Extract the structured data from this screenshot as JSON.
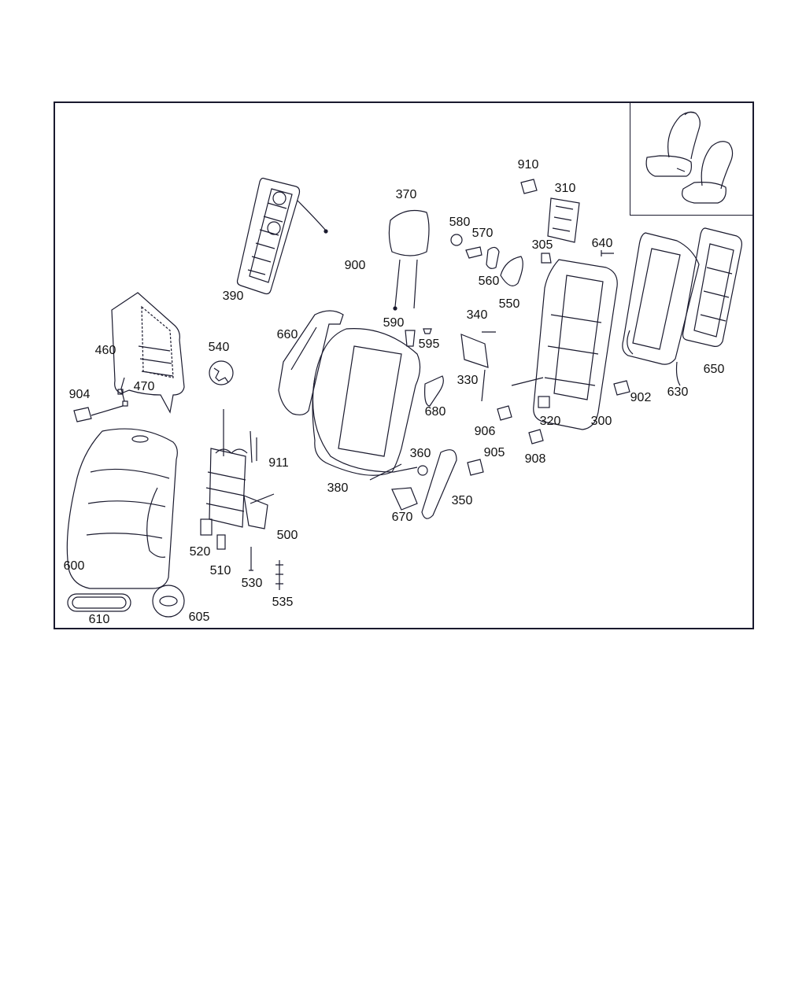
{
  "diagram": {
    "part_numbers": {
      "p910": "910",
      "p310": "310",
      "p370": "370",
      "p580": "580",
      "p570": "570",
      "p305": "305",
      "p640": "640",
      "p390": "390",
      "p900": "900",
      "p560": "560",
      "p550": "550",
      "p590": "590",
      "p595": "595",
      "p340": "340",
      "p460": "460",
      "p540": "540",
      "p660": "660",
      "p470": "470",
      "p330": "330",
      "p650": "650",
      "p904": "904",
      "p630": "630",
      "p902": "902",
      "p680": "680",
      "p906": "906",
      "p320": "320",
      "p300": "300",
      "p911": "911",
      "p360": "360",
      "p905": "905",
      "p908": "908",
      "p380": "380",
      "p350": "350",
      "p500": "500",
      "p670": "670",
      "p520": "520",
      "p600": "600",
      "p510": "510",
      "p530": "530",
      "p535": "535",
      "p610": "610",
      "p605": "605"
    },
    "colors": {
      "line": "#1a1a2e",
      "label": "#111111",
      "background": "#ffffff"
    }
  }
}
